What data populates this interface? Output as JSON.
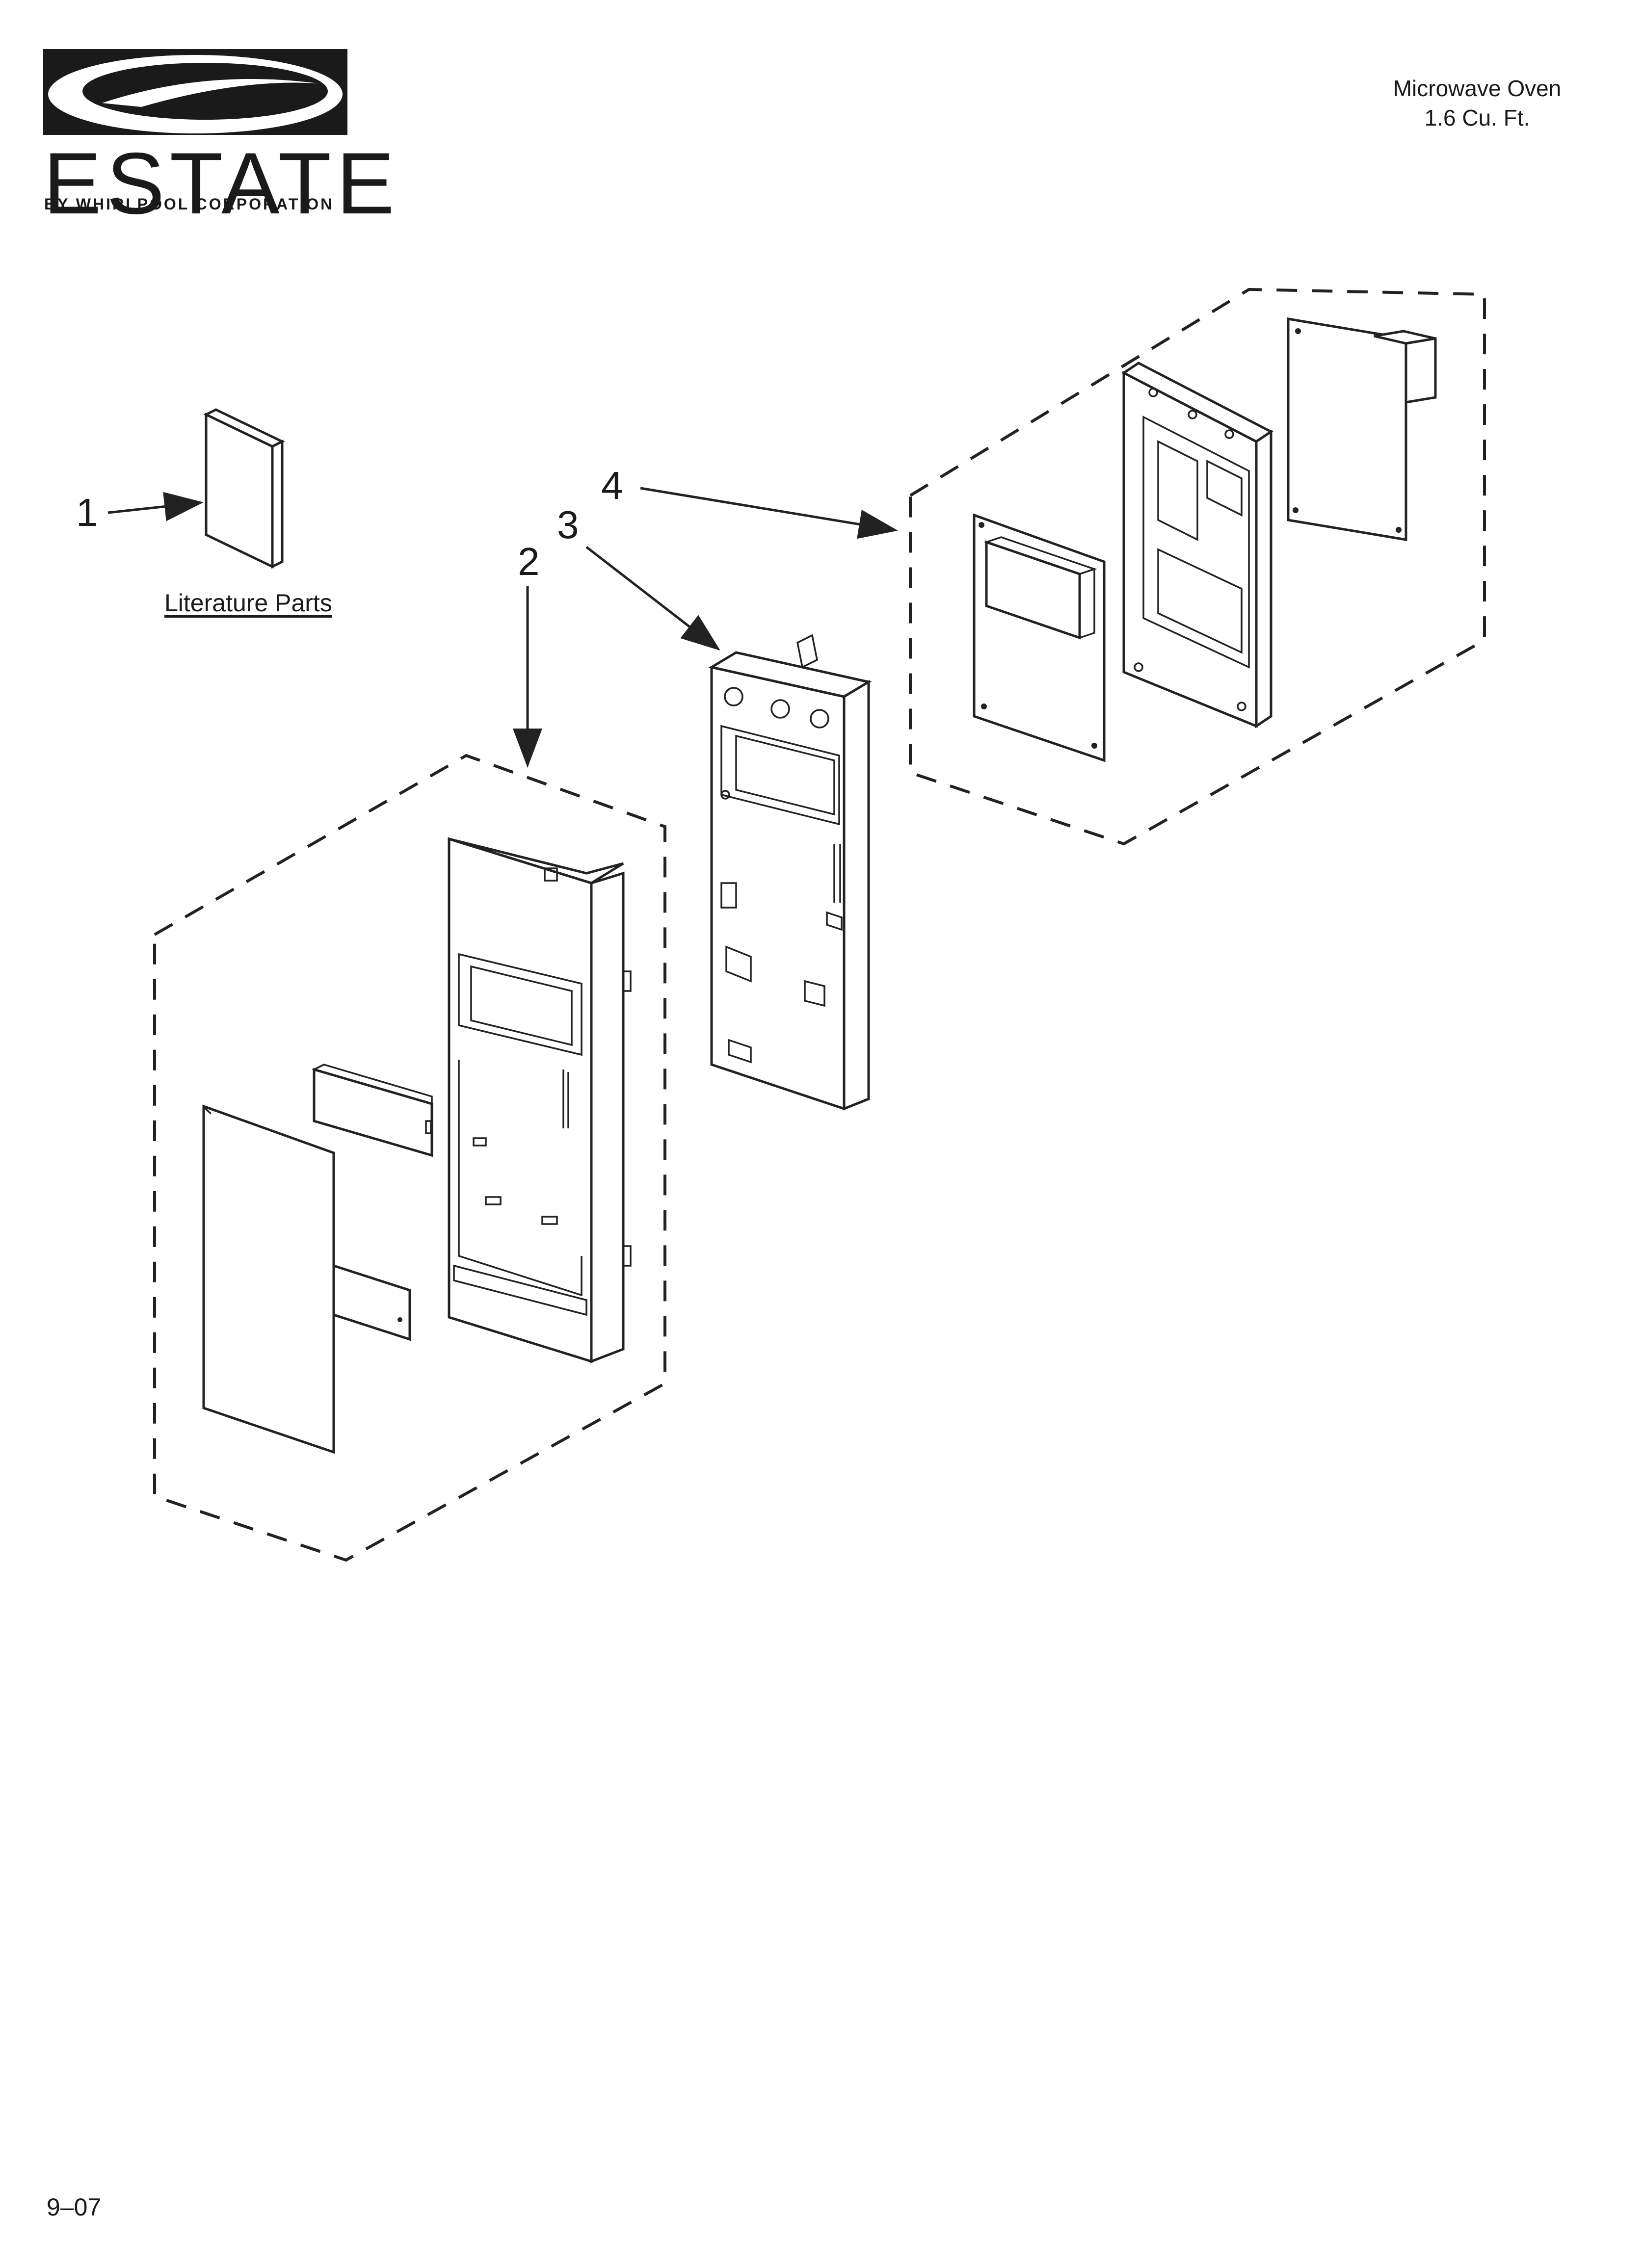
{
  "brand": {
    "name": "ESTATE",
    "subtitle": "BY WHIRLPOOL CORPORATION"
  },
  "header": {
    "title_line1": "Microwave Oven",
    "title_line2": "1.6 Cu. Ft."
  },
  "callouts": {
    "c1": "1",
    "c2": "2",
    "c3": "3",
    "c4": "4"
  },
  "literature": {
    "label": "Literature Parts"
  },
  "footer": {
    "date_code": "9–07"
  }
}
